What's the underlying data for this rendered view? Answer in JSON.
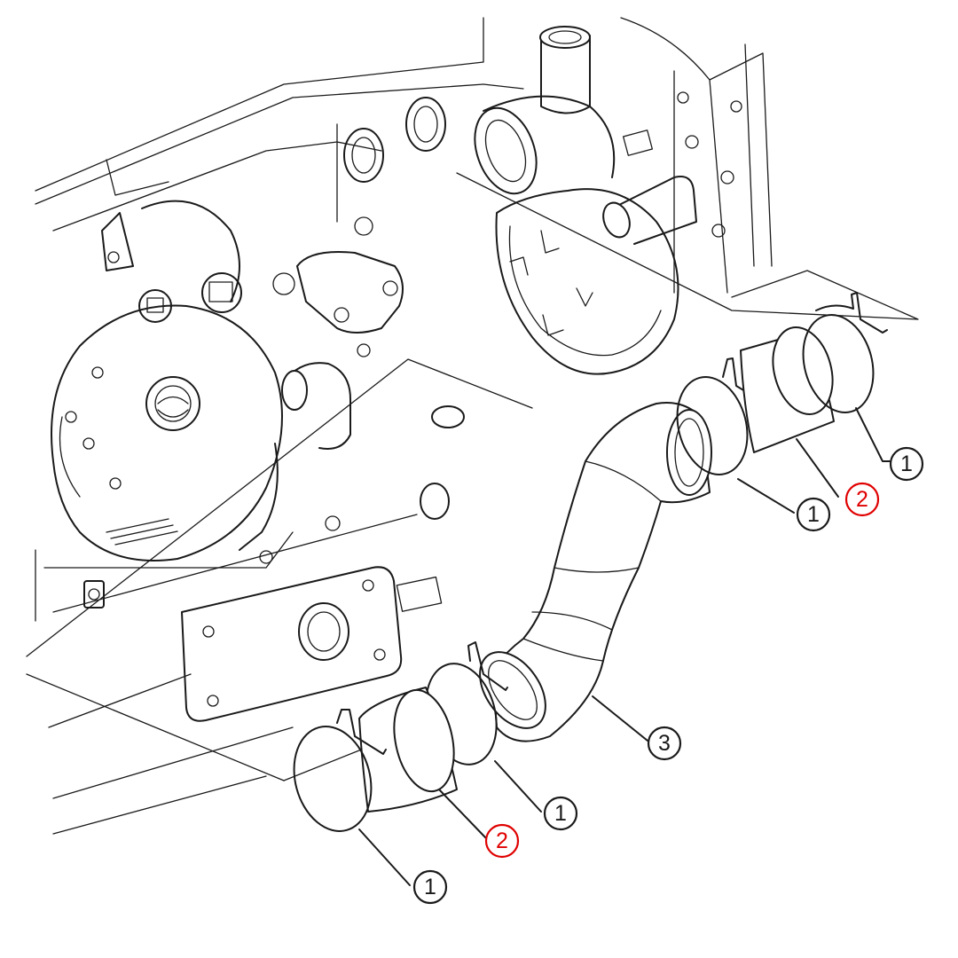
{
  "callouts": [
    {
      "label": "1",
      "color": "#1a1a1a"
    },
    {
      "label": "2",
      "color": "#e00000"
    },
    {
      "label": "1",
      "color": "#1a1a1a"
    },
    {
      "label": "3",
      "color": "#1a1a1a"
    },
    {
      "label": "1",
      "color": "#1a1a1a"
    },
    {
      "label": "2",
      "color": "#e00000"
    },
    {
      "label": "1",
      "color": "#1a1a1a"
    }
  ]
}
